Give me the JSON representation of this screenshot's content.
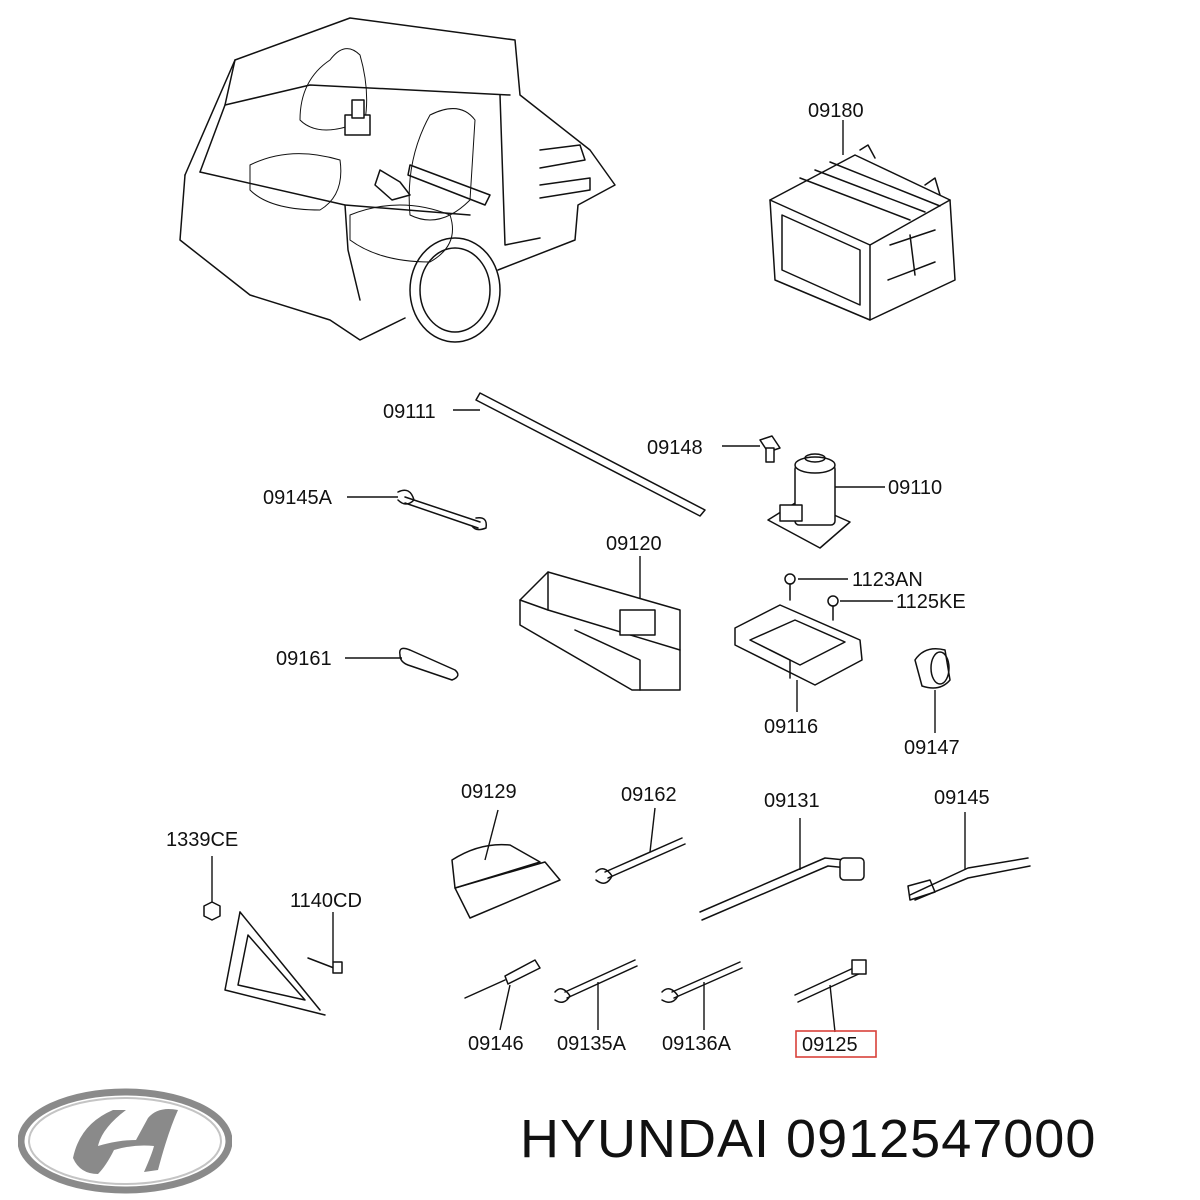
{
  "labels": {
    "p09180": "09180",
    "p09111": "09111",
    "p09148": "09148",
    "p09110": "09110",
    "p09145A": "09145A",
    "p09120": "09120",
    "p1123AN": "1123AN",
    "p1125KE": "1125KE",
    "p09161": "09161",
    "p09116": "09116",
    "p09147": "09147",
    "p09129": "09129",
    "p09162": "09162",
    "p09131": "09131",
    "p09145": "09145",
    "p1339CE": "1339CE",
    "p1140CD": "1140CD",
    "p09146": "09146",
    "p09135A": "09135A",
    "p09136A": "09136A",
    "p09125": "09125"
  },
  "highlight": {
    "part": "09125",
    "color": "#d9413a"
  },
  "footer": {
    "brand": "HYUNDAI",
    "part_number": "0912547000"
  },
  "logo": {
    "name": "hyundai-logo",
    "color": "#8a8a8a"
  }
}
